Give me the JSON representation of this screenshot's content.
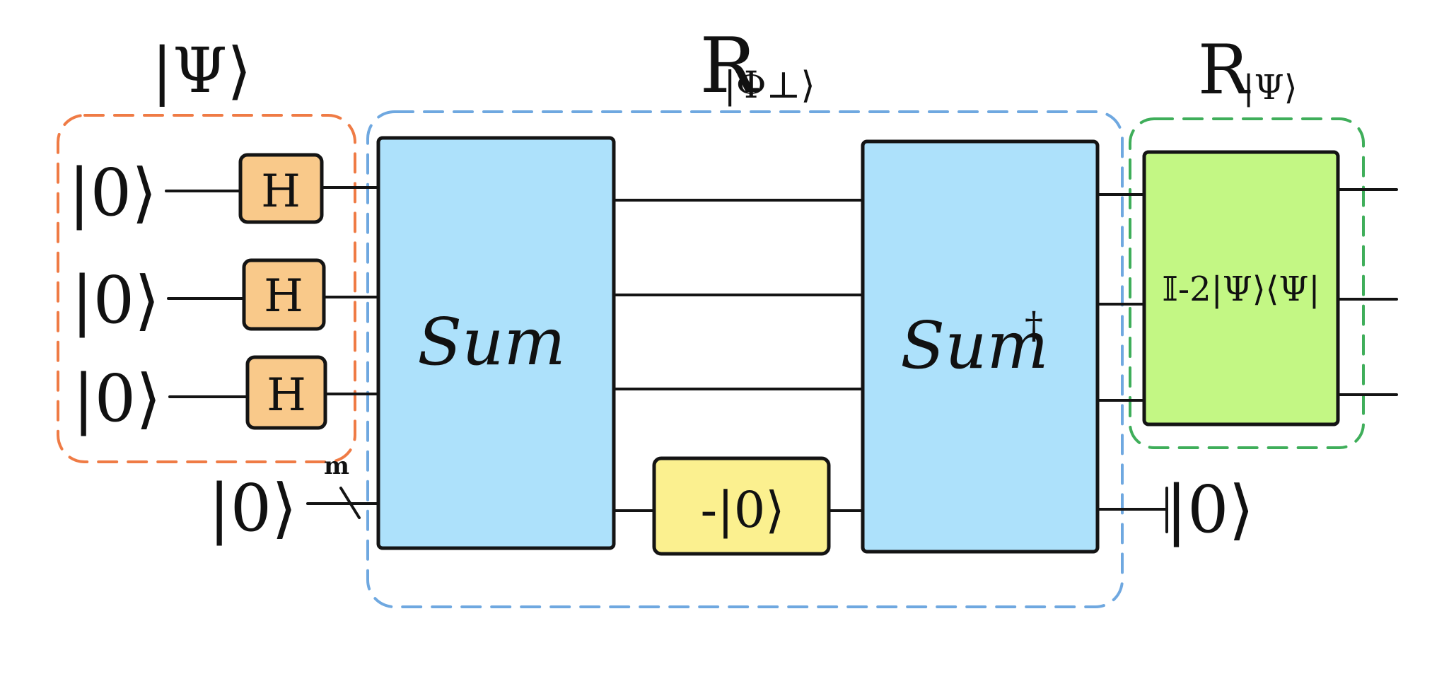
{
  "colors": {
    "state_prep_group": "#ef7b45",
    "oracle_group": "#6fa8e0",
    "diffusion_group": "#3fae5a",
    "hadamard_fill": "#f9c98a",
    "sum_fill": "#ade1fb",
    "phase_fill": "#fbf08f",
    "diffusion_fill": "#c3f784",
    "ink": "#141414"
  },
  "groups": {
    "state_prep": {
      "label": "|Ψ⟩"
    },
    "oracle": {
      "label": "R",
      "subscript": "|Φ⊥⟩"
    },
    "diffusion": {
      "label": "R",
      "subscript": "|Ψ⟩"
    }
  },
  "inputs": {
    "q0": "|0⟩",
    "q1": "|0⟩",
    "q2": "|0⟩",
    "ancilla": "|0⟩",
    "ancilla_register_size": "m"
  },
  "gates": {
    "h0": "H",
    "h1": "H",
    "h2": "H",
    "sum": "Sum",
    "sum_dagger": "Sum",
    "dagger_mark": "†",
    "phase": "-|0⟩",
    "reflection": "𝕀-2|Ψ⟩⟨Ψ|"
  },
  "outputs": {
    "ancilla": "|0⟩"
  }
}
